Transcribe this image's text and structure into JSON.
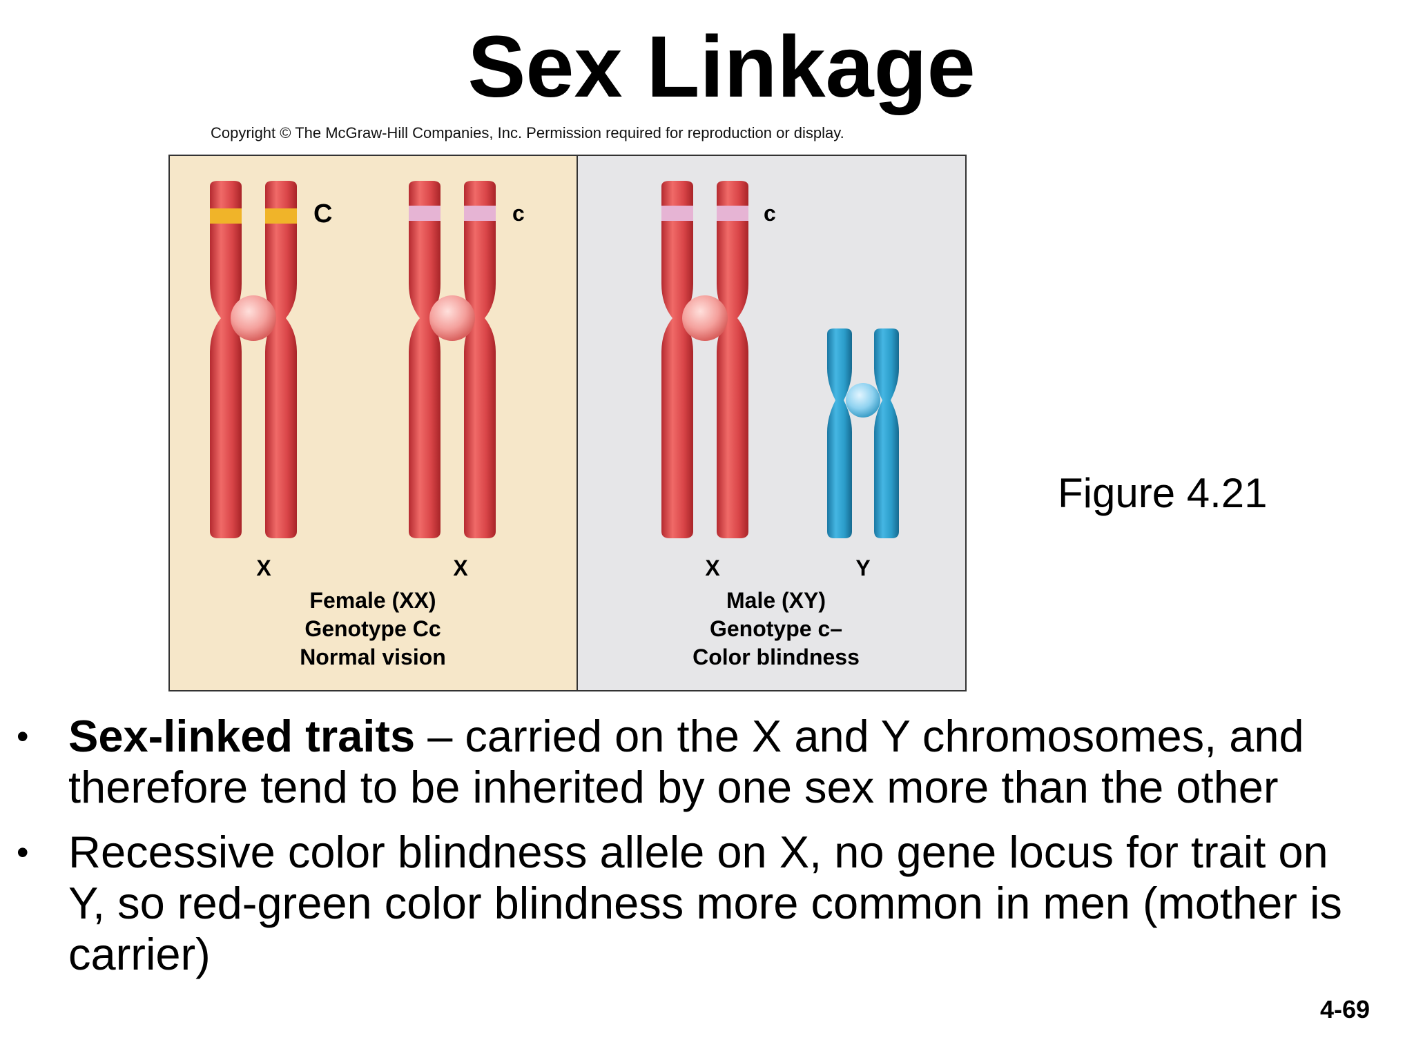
{
  "slide": {
    "title": "Sex Linkage",
    "copyright": "Copyright © The McGraw-Hill Companies, Inc. Permission required for reproduction or display.",
    "figure_ref": "Figure 4.21",
    "slide_number": "4-69"
  },
  "figure": {
    "female_panel": {
      "chromosome_1": {
        "allele": "C",
        "label": "X"
      },
      "chromosome_2": {
        "allele": "c",
        "label": "X"
      },
      "caption_line1": "Female (XX)",
      "caption_line2": "Genotype Cc",
      "caption_line3": "Normal vision",
      "background_color": "#f6e7c9"
    },
    "male_panel": {
      "chromosome_1": {
        "allele": "c",
        "label": "X"
      },
      "chromosome_2": {
        "label": "Y"
      },
      "caption_line1": "Male (XY)",
      "caption_line2": "Genotype c–",
      "caption_line3": "Color blindness",
      "background_color": "#e6e6e8"
    },
    "colors": {
      "x_chromosome": "#de4a4c",
      "y_chromosome": "#2c9bc8",
      "dominant_band": "#f0b429",
      "recessive_band": "#e6b4d4"
    }
  },
  "bullets": [
    {
      "bold": "Sex-linked traits",
      "text": " – carried on the X and Y chromosomes, and therefore tend to be inherited by one sex more than the other"
    },
    {
      "bold": "",
      "text": "Recessive color blindness allele on X, no gene locus for trait on Y, so red-green color blindness more common in men (mother is carrier)"
    }
  ]
}
